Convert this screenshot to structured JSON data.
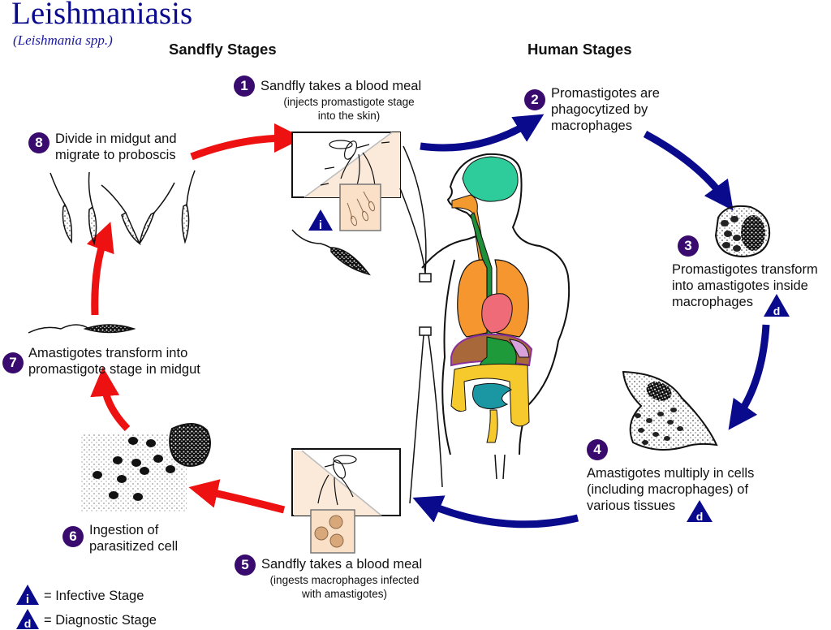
{
  "header": {
    "title": "Leishmaniasis",
    "subtitle": "(Leishmania spp.)"
  },
  "sections": {
    "sandfly": "Sandfly Stages",
    "human": "Human Stages"
  },
  "colors": {
    "title": "#0a0a8c",
    "step_badge": "#3a0b6e",
    "human_arrow": "#0a0a8c",
    "sandfly_arrow": "#ee1111",
    "stage_marker": "#0a0a8c",
    "skin": "#fbe9d9",
    "brain": "#2ecc9a",
    "airway": "#f29a2e",
    "esophagus": "#1f8f3a",
    "lungs": "#f5962f",
    "heart": "#f06b78",
    "liver": "#a9683a",
    "stomach": "#1f9a3a",
    "spleen": "#d7a2dc",
    "diaphragm": "#8a2f9c",
    "colon": "#f6c92d",
    "small_intestine": "#1a97a3"
  },
  "steps": [
    {
      "number": "1",
      "text": "Sandfly takes a blood meal",
      "detail": [
        "(injects promastigote stage",
        "into the skin)"
      ],
      "marker": "i"
    },
    {
      "number": "2",
      "text": [
        "Promastigotes are",
        "phagocytized by",
        "macrophages"
      ]
    },
    {
      "number": "3",
      "text": [
        "Promastigotes transform",
        "into amastigotes inside",
        "macrophages"
      ],
      "marker": "d"
    },
    {
      "number": "4",
      "text": [
        "Amastigotes multiply in cells",
        "(including macrophages) of",
        "various tissues"
      ],
      "marker": "d"
    },
    {
      "number": "5",
      "text": "Sandfly takes a blood meal",
      "detail": [
        "(ingests macrophages infected",
        "with amastigotes)"
      ]
    },
    {
      "number": "6",
      "text": [
        "Ingestion of",
        "parasitized cell"
      ]
    },
    {
      "number": "7",
      "text": [
        "Amastigotes transform into",
        "promastigote stage in midgut"
      ]
    },
    {
      "number": "8",
      "text": [
        "Divide in midgut and",
        "migrate to proboscis"
      ]
    }
  ],
  "legend": [
    {
      "marker": "i",
      "text": "= Infective Stage"
    },
    {
      "marker": "d",
      "text": "= Diagnostic Stage"
    }
  ]
}
